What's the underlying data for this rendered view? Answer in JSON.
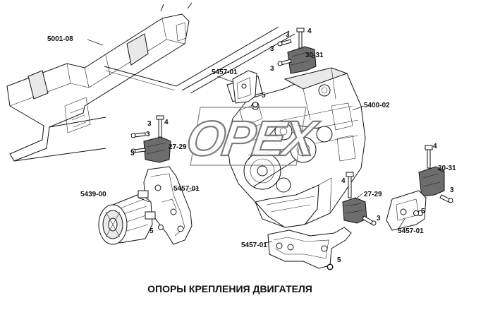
{
  "caption": "ОПОРЫ КРЕПЛЕНИЯ ДВИГАТЕЛЯ",
  "watermark": "ОРЕХ",
  "parts": {
    "frame": "5001-08",
    "engine": "5400-02",
    "compressor": "5439-00",
    "bracket_top": "5457-01",
    "bracket_left": "5457-01",
    "bracket_right": "5457-01",
    "bracket_bottom": "5457-01",
    "support_top_right": "30-31",
    "support_right": "30-31",
    "support_left": "27-29",
    "support_center": "27-29"
  },
  "fasteners": {
    "bolt": "3",
    "stud": "4",
    "nut": "5"
  }
}
